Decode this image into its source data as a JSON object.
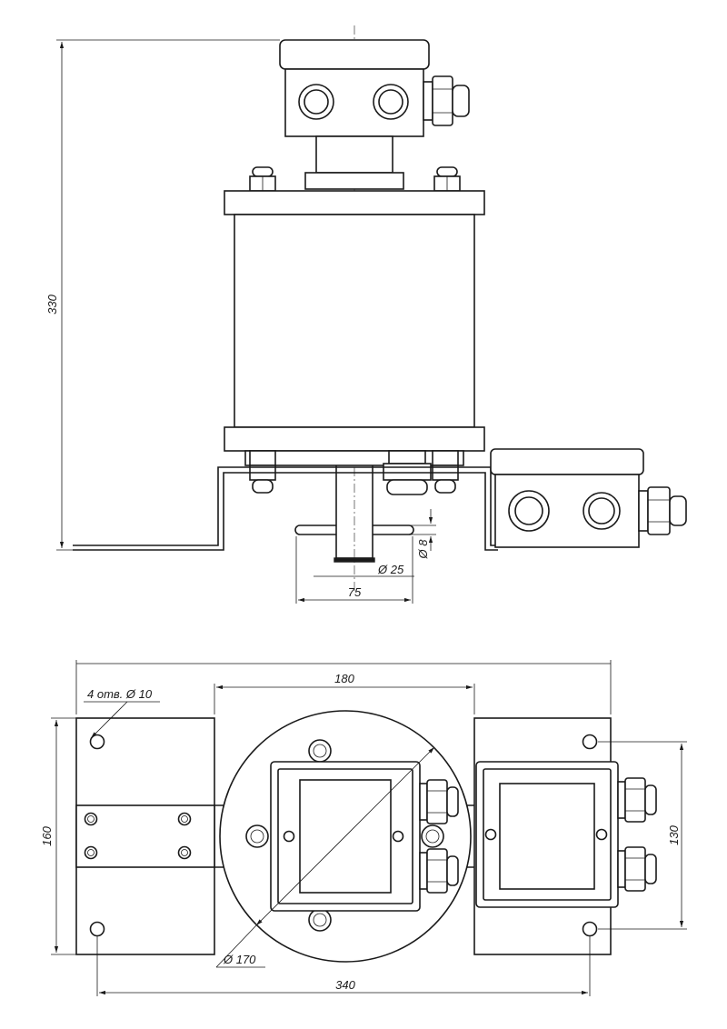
{
  "top_view": {
    "dim_height": "330",
    "dim_pipe_small": "Ø 8",
    "dim_pipe_large": "Ø 25",
    "dim_width": "75"
  },
  "bottom_view": {
    "dim_holes": "4 отв. Ø 10",
    "dim_flange": "180",
    "dim_height": "160",
    "dim_hole_spacing": "130",
    "dim_diameter": "Ø 170",
    "dim_total_length": "340"
  }
}
